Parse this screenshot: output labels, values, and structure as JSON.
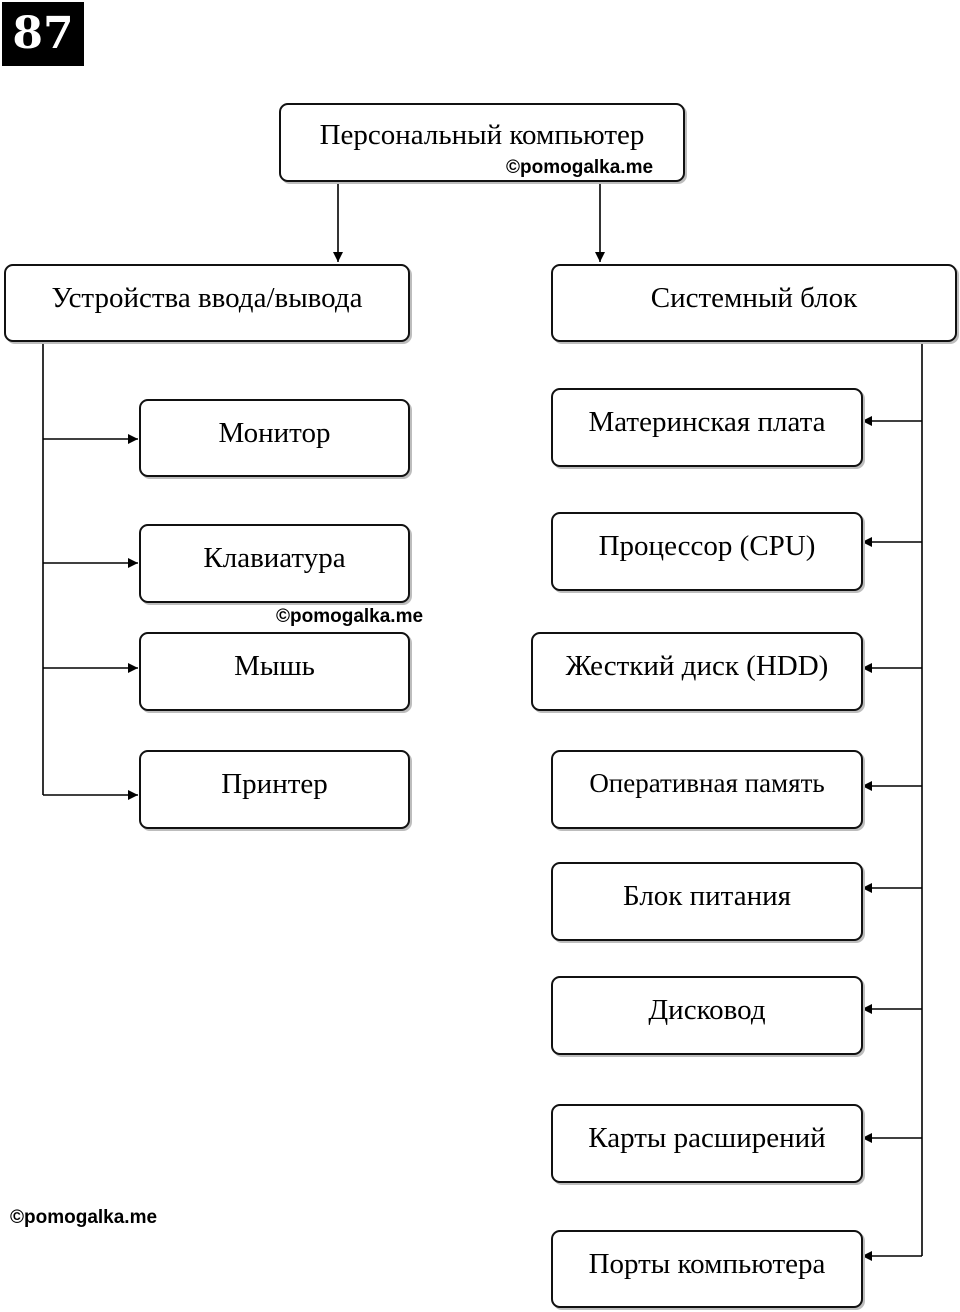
{
  "page_number": "87",
  "watermark": "©pomogalka.me",
  "root": {
    "label": "Персональный компьютер"
  },
  "io_devices": {
    "label": "Устройства ввода/вывода",
    "children": [
      "Монитор",
      "Клавиатура",
      "Мышь",
      "Принтер"
    ]
  },
  "system_unit": {
    "label": "Системный блок",
    "children": [
      "Материнская плата",
      "Процессор (CPU)",
      "Жесткий диск (HDD)",
      "Оперативная память",
      "Блок питания",
      "Дисковод",
      "Карты расширений",
      "Порты компьютера"
    ]
  }
}
